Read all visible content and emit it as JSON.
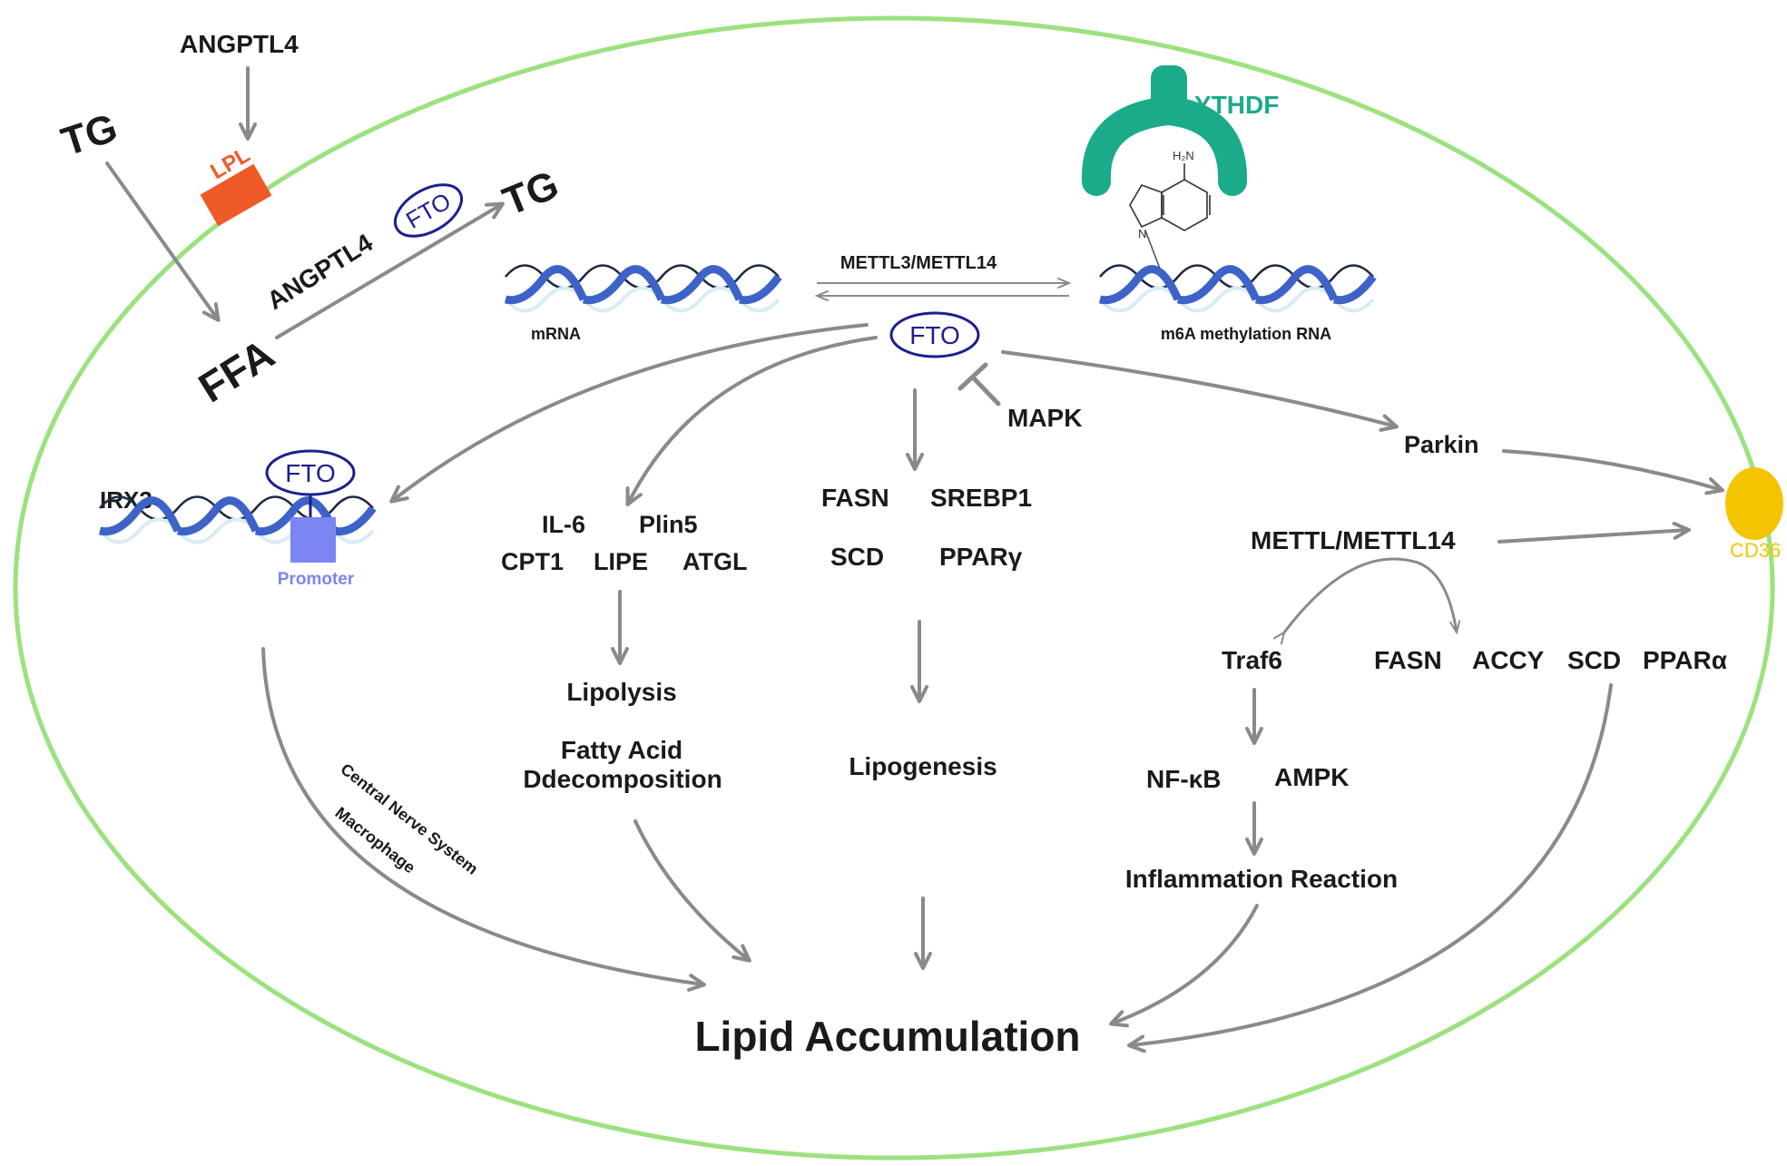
{
  "colors": {
    "cell_membrane": "#9be27f",
    "arrow": "#8a8a8a",
    "lpl": "#f05a28",
    "ythdf": "#1bab8a",
    "cd36": "#f5c400",
    "fto": "#1c1f8f",
    "promoter": "#7b86f2",
    "dna_strand": "#3d63c9"
  },
  "extracellular": {
    "angptl4_top": "ANGPTL4",
    "tg_left": "TG",
    "lpl": "LPL"
  },
  "triglyceride_cycle": {
    "ffa": "FFA",
    "angptl4": "ANGPTL4",
    "fto": "FTO",
    "tg": "TG"
  },
  "methylation": {
    "writer": "METTL3/METTL14",
    "mrna": "mRNA",
    "m6a_rna": "m6A methylation RNA",
    "reader": "YTHDF",
    "adenine_nh2": "H₂N",
    "adenine_n": "N",
    "eraser": "FTO",
    "mapk": "MAPK"
  },
  "irx3_branch": {
    "gene": "IRX3",
    "fto": "FTO",
    "promoter": "Promoter",
    "tissue_1": "Central Nerve System",
    "tissue_2": "Macrophage"
  },
  "lipolysis_branch": {
    "genes": [
      "IL-6",
      "Plin5",
      "CPT1",
      "LIPE",
      "ATGL"
    ],
    "process_1": "Lipolysis",
    "process_2_line1": "Fatty Acid",
    "process_2_line2": "Ddecomposition"
  },
  "lipogenesis_branch": {
    "genes": [
      "FASN",
      "SREBP1",
      "SCD",
      "PPARγ"
    ],
    "process": "Lipogenesis"
  },
  "right_branch": {
    "parkin": "Parkin",
    "cd36": "CD36",
    "mettl": "METTL/METTL14",
    "traf6": "Traf6",
    "genes": [
      "FASN",
      "ACCY",
      "SCD",
      "PPARα"
    ],
    "nfkb": "NF-κB",
    "ampk": "AMPK",
    "inflammation": "Inflammation Reaction"
  },
  "outcome": "Lipid Accumulation"
}
